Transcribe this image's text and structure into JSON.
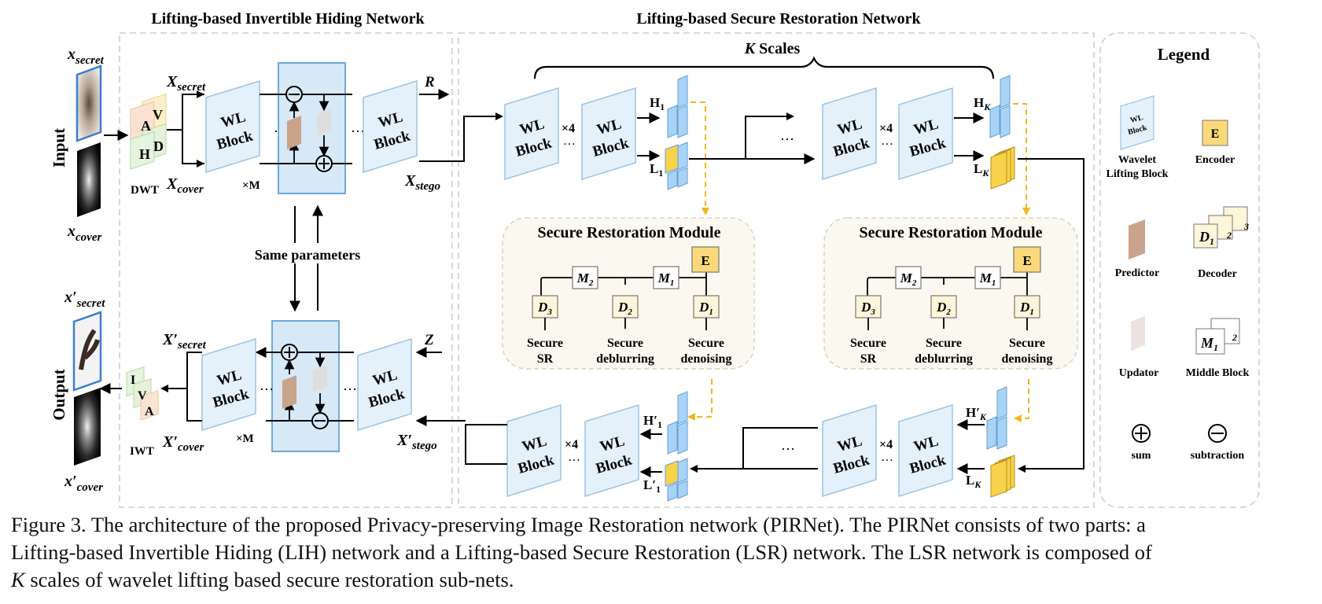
{
  "sections": {
    "lih_title": "Lifting-based Invertible Hiding Network",
    "lsr_title": "Lifting-based Secure Restoration Network",
    "legend_title": "Legend",
    "k_scales": "Scales",
    "k_symbol": "K"
  },
  "rows": {
    "input": "Input",
    "output": "Output"
  },
  "images": {
    "x_secret": "x",
    "x_secret_sub": "secret",
    "x_cover": "x",
    "x_cover_sub": "cover",
    "xp_secret": "x′",
    "xp_secret_sub": "secret",
    "xp_cover": "x′",
    "xp_cover_sub": "cover"
  },
  "transforms": {
    "dwt": "DWT",
    "iwt": "IWT",
    "dwt_letters": [
      "A",
      "V",
      "H",
      "D"
    ],
    "iwt_letters": [
      "I",
      "V",
      "A"
    ]
  },
  "signals": {
    "X": "X",
    "Xp": "X′",
    "secret": "secret",
    "cover": "cover",
    "stego": "stego",
    "R": "R",
    "Z": "Z",
    "xM": "×M",
    "x4": "×4",
    "dots": "…"
  },
  "wl_block": {
    "line1": "WL",
    "line2": "Block"
  },
  "same_parameters": "Same parameters",
  "subbands": {
    "H": "H",
    "L": "L",
    "Hp": "H′",
    "Lp": "L′",
    "one": "1",
    "K": "K"
  },
  "srm": {
    "title": "Secure Restoration Module",
    "encoder": "E",
    "d3": "D",
    "d2": "D",
    "d1": "D",
    "m2": "M",
    "m1": "M",
    "sub3": "3",
    "sub2": "2",
    "sub1": "1",
    "sr1": "Secure",
    "sr2": "SR",
    "deblur1": "Secure",
    "deblur2": "deblurring",
    "denoise1": "Secure",
    "denoise2": "denoising"
  },
  "legend": {
    "wl_block": "Wavelet",
    "wl_block2": "Lifting Block",
    "wl_icon1": "WL",
    "wl_icon2": "Block",
    "encoder": "Encoder",
    "encoder_icon": "E",
    "predictor": "Predictor",
    "decoder": "Decoder",
    "decoder_icon": "D",
    "decoder_subs": [
      "1",
      "2",
      "3"
    ],
    "updator": "Updator",
    "middle_block": "Middle Block",
    "middle_icon": "M",
    "middle_subs": [
      "1",
      "2"
    ],
    "sum": "sum",
    "subtraction": "subtraction"
  },
  "caption": {
    "line1": "Figure 3. The architecture of the proposed Privacy-preserving Image Restoration network (PIRNet). The PIRNet consists of two parts: a",
    "line2": "Lifting-based Invertible Hiding (LIH) network and a Lifting-based Secure Restoration (LSR) network. The LSR network is composed of",
    "line3_k": "K",
    "line3_rest": " scales of wavelet lifting based secure restoration sub-nets."
  },
  "colors": {
    "wl_face": "#e4f1fb",
    "wl_edge": "#9cc3e6",
    "lifting_panel": "#d7e8f6",
    "lifting_edge": "#6fa9d8",
    "predictor": "#c9a38b",
    "updator": "#d9d9d9",
    "encoder": "#fbd97a",
    "decoder": "#fbf5d9",
    "module_bg": "#fbf9ef",
    "subband_blue": "#a9d3f5",
    "subband_yellow": "#f8d24a",
    "dashed_arrow": "#f0b81e"
  }
}
